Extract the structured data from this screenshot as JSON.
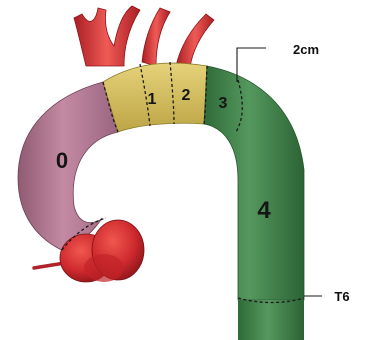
{
  "zones": [
    {
      "id": "0",
      "label": "0",
      "color": "#b97a95"
    },
    {
      "id": "1",
      "label": "1",
      "color": "#d9c45f"
    },
    {
      "id": "2",
      "label": "2",
      "color": "#d9c45f"
    },
    {
      "id": "3",
      "label": "3",
      "color": "#3f8048"
    },
    {
      "id": "4",
      "label": "4",
      "color": "#3f8048"
    }
  ],
  "annotations": {
    "zone3_length": "2cm",
    "vertebral_level": "T6"
  },
  "colors": {
    "ascending": "#b97a95",
    "arch": "#d9c45f",
    "descending": "#3f8048",
    "vessels": "#c8272c",
    "outline": "#1a1a1a"
  }
}
